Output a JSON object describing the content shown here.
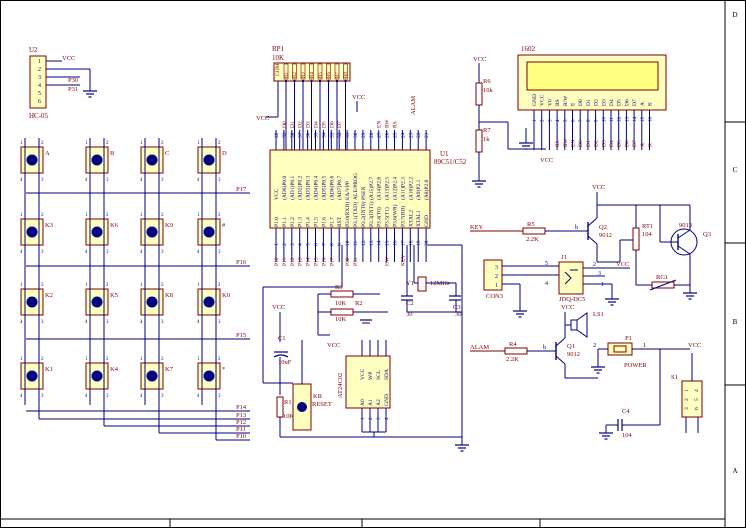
{
  "border": {
    "right_labels": [
      "D",
      "C",
      "B",
      "A"
    ],
    "colors": {
      "frame": "#000000",
      "wire": "#000080",
      "part": "#800000",
      "net": "#800000",
      "pin": "#000080",
      "power": "#800000",
      "fill": "#ffffc0",
      "lcd": "#ffff80",
      "ground": "#000080"
    }
  },
  "u2": {
    "ref": "U2",
    "name": "HC-05",
    "pins": [
      "1",
      "2",
      "3",
      "4",
      "5",
      "6"
    ],
    "nets": {
      "vcc": "VCC",
      "p30": "P30",
      "p31": "P31"
    }
  },
  "keypad": {
    "rows": [
      [
        "A",
        "B",
        "C",
        "D"
      ],
      [
        "K3",
        "K6",
        "K9",
        "#"
      ],
      [
        "K2",
        "K5",
        "K8",
        "K0"
      ],
      [
        "K1",
        "K4",
        "K7",
        "*"
      ]
    ],
    "row_nets": [
      "P17",
      "P16",
      "P15",
      "P14"
    ],
    "col_nets": [
      "P13",
      "P12",
      "P11",
      "P10"
    ],
    "pin_numbers": [
      "1",
      "2",
      "3",
      "4"
    ]
  },
  "rp1": {
    "ref": "RP1",
    "value": "10K",
    "com": "COM",
    "resistors": [
      "R1",
      "R2",
      "R3",
      "R4",
      "R5",
      "R6",
      "R7",
      "R8"
    ],
    "vcc": "VCC"
  },
  "u1": {
    "ref": "U1",
    "name": "89C51/C52",
    "vcc_net": "VCC",
    "top_pins": [
      "40",
      "39",
      "38",
      "37",
      "36",
      "35",
      "34",
      "33",
      "32",
      "31",
      "30",
      "29",
      "28",
      "27",
      "26",
      "25",
      "24",
      "23",
      "22",
      "21"
    ],
    "top_labels": [
      "VCC",
      "(AD0)P0.0",
      "(AD1)P0.1",
      "(AD2)P0.2",
      "(AD3)P0.3",
      "(AD4)P0.4",
      "(AD5)P0.5",
      "(AD6)P0.6",
      "(AD7)P0.7",
      "EA/VPP",
      "ALE/PROG",
      "PSEN",
      "(A15)P2.7",
      "(A14)P2.6",
      "(A13)P2.5",
      "(A12)P2.4",
      "(A11)P2.3",
      "(A10)P2.2",
      "(A9)P2.1",
      "(A8)P2.0"
    ],
    "top_nets": [
      "",
      "D0",
      "D1",
      "D2",
      "D3",
      "D4",
      "D5",
      "D6",
      "D7",
      "",
      "",
      "",
      "",
      "EN",
      "RW",
      "RS",
      "",
      "",
      "",
      ""
    ],
    "alam_net": "ALAM",
    "bottom_pins": [
      "1",
      "2",
      "3",
      "4",
      "5",
      "6",
      "7",
      "8",
      "9",
      "10",
      "11",
      "12",
      "13",
      "14",
      "15",
      "16",
      "17",
      "18",
      "19",
      "20"
    ],
    "bottom_labels": [
      "P1.0",
      "P1.1",
      "P1.2",
      "P1.3",
      "P1.4",
      "P1.5",
      "P1.6",
      "P1.7",
      "RST",
      "P3.0(RXD)",
      "P3.1(TXD)",
      "P3.2(INT0)",
      "P3.3(INT1)",
      "P3.4(T0)",
      "P3.5(T1)",
      "P3.6(WR)",
      "P3.7(RD)",
      "XTAL2",
      "XTAL1",
      "GND"
    ],
    "bottom_nets": [
      "P10",
      "P11",
      "P12",
      "P13",
      "P14",
      "P15",
      "P16",
      "P17",
      "",
      "P30",
      "P31",
      "",
      "",
      "",
      "HW",
      "",
      "KEY",
      "",
      "",
      ""
    ]
  },
  "reset_circuit": {
    "c1": {
      "ref": "C1",
      "value": "10uF"
    },
    "r1": {
      "ref": "R1",
      "value": "10K"
    },
    "kr": {
      "ref": "KR",
      "label": "RESET"
    },
    "vcc": "VCC"
  },
  "pullups": {
    "r3": {
      "ref": "R3",
      "value": "10K"
    },
    "r2": {
      "ref": "R2",
      "value": "10K"
    },
    "vcc": "VCC"
  },
  "eeprom": {
    "ref": "AT24C02",
    "pins_top": [
      "8",
      "7",
      "6",
      "5"
    ],
    "labels_top": [
      "VCC",
      "WP",
      "SCL",
      "SDA"
    ],
    "pins_bottom": [
      "1",
      "2",
      "3",
      "4"
    ],
    "labels_bottom": [
      "A0",
      "A1",
      "A2",
      "GND"
    ]
  },
  "crystal": {
    "y1": {
      "ref": "Y1",
      "value": "12MHz"
    },
    "c2": {
      "ref": "C2",
      "value": "30"
    },
    "c3": {
      "ref": "C3",
      "value": "30"
    }
  },
  "lcd": {
    "ref": "1602",
    "pins": [
      "1",
      "2",
      "3",
      "4",
      "5",
      "6",
      "7",
      "8",
      "9",
      "10",
      "11",
      "12",
      "13",
      "14",
      "15",
      "16"
    ],
    "labels": [
      "GND",
      "VCC",
      "V0",
      "RS",
      "R/W",
      "E",
      "D0",
      "D1",
      "D2",
      "D3",
      "D4",
      "D5",
      "D6",
      "D7",
      "A",
      "K"
    ],
    "nets": [
      "",
      "",
      "",
      "RS",
      "RW",
      "EN",
      "D0",
      "D1",
      "D2",
      "D3",
      "D4",
      "D5",
      "D6",
      "D7",
      "A",
      "K"
    ],
    "vcc": "VCC"
  },
  "contrast": {
    "vcc": "VCC",
    "r6": {
      "ref": "R6",
      "value": "10k"
    },
    "r7": {
      "ref": "R7",
      "value": "1k"
    }
  },
  "sensor": {
    "key_net": "KEY",
    "r5": {
      "ref": "R5",
      "value": "2.2K"
    },
    "base": "b",
    "q2": {
      "ref": "Q2",
      "value": "9012"
    },
    "rt1": {
      "ref": "RT1",
      "value": "104"
    },
    "q3": {
      "ref": "Q3",
      "value": "9013"
    },
    "rg1": {
      "ref": "RG1"
    },
    "vcc": "VCC"
  },
  "connectors": {
    "con3": {
      "ref": "CON3",
      "pins": [
        "3",
        "2",
        "1"
      ]
    },
    "j1": {
      "ref": "J1",
      "name": "JDQ-DC5",
      "pins": [
        "5",
        "4",
        "2",
        "1",
        "3"
      ]
    },
    "vcc": "VCC"
  },
  "alarm": {
    "alam_net": "ALAM",
    "r4": {
      "ref": "R4",
      "value": "2.2K"
    },
    "base": "b",
    "q1": {
      "ref": "Q1",
      "value": "9012"
    },
    "ls1": {
      "ref": "LS1"
    },
    "vcc": "VCC"
  },
  "power": {
    "p1": {
      "ref": "P1",
      "name": "POWER",
      "pins": [
        "2",
        "1"
      ]
    },
    "s1": {
      "ref": "S1",
      "pins": [
        "1",
        "2",
        "3",
        "4",
        "5",
        "6"
      ]
    },
    "c4": {
      "ref": "C4",
      "value": "104"
    },
    "vcc": "VCC"
  }
}
